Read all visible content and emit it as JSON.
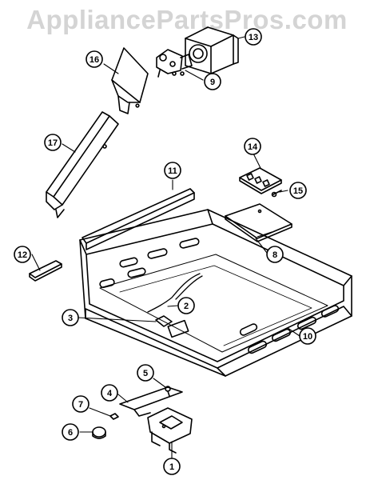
{
  "watermark": "AppliancePartsPros.com",
  "callouts": [
    "1",
    "2",
    "3",
    "4",
    "5",
    "6",
    "7",
    "8",
    "9",
    "10",
    "11",
    "12",
    "13",
    "14",
    "15",
    "16",
    "17"
  ]
}
